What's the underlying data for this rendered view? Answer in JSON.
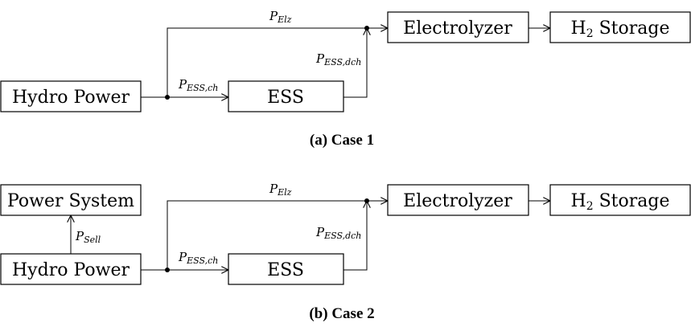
{
  "case1": {
    "caption": "(a) Case 1",
    "hydro": "Hydro Power",
    "ess": "ESS",
    "electrolyzer": "Electrolyzer",
    "storage": {
      "main": "H",
      "sub": "2",
      "rest": " Storage"
    },
    "p_elz": {
      "main": "P",
      "sub": "Elz"
    },
    "p_ess_ch": {
      "main": "P",
      "sub": "ESS,ch"
    },
    "p_ess_dch": {
      "main": "P",
      "sub": "ESS,dch"
    }
  },
  "case2": {
    "caption": "(b) Case 2",
    "power_system": "Power System",
    "hydro": "Hydro Power",
    "ess": "ESS",
    "electrolyzer": "Electrolyzer",
    "storage": {
      "main": "H",
      "sub": "2",
      "rest": " Storage"
    },
    "p_sell": {
      "main": "P",
      "sub": "Sell"
    },
    "p_elz": {
      "main": "P",
      "sub": "Elz"
    },
    "p_ess_ch": {
      "main": "P",
      "sub": "ESS,ch"
    },
    "p_ess_dch": {
      "main": "P",
      "sub": "ESS,dch"
    }
  }
}
